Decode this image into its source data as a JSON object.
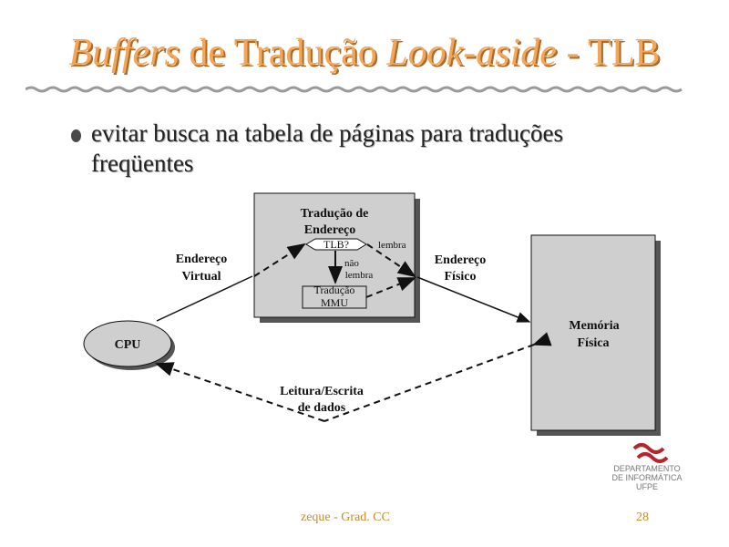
{
  "slide": {
    "title_part1": "Buffers",
    "title_part2": " de Tradução ",
    "title_part3": "Look-aside",
    "title_part4": " - TLB",
    "bullet": "evitar busca na tabela de páginas para traduções freqüentes",
    "footer_left": "zeque - Grad. CC",
    "footer_page": "28"
  },
  "diagram": {
    "translation_box_line1": "Tradução de",
    "translation_box_line2": "Endereço",
    "tlb_decision": "TLB?",
    "hit_label": "lembra",
    "miss_label_line1": "não",
    "miss_label_line2": "lembra",
    "mmu_line1": "Tradução",
    "mmu_line2": "MMU",
    "cpu_label": "CPU",
    "virtual_line1": "Endereço",
    "virtual_line2": "Virtual",
    "physical_line1": "Endereço",
    "physical_line2": "Físico",
    "memory_line1": "Memória",
    "memory_line2": "Física",
    "rw_line1": "Leitura/Escrita",
    "rw_line2": "de dados"
  },
  "logo": {
    "line1": "DEPARTAMENTO",
    "line2": "DE INFORMÁTICA",
    "line3": "UFPE"
  },
  "colors": {
    "title": "#f2a65a",
    "box_fill": "#cfcfcf",
    "shadow": "#555555",
    "logo_red": "#b3262b"
  }
}
